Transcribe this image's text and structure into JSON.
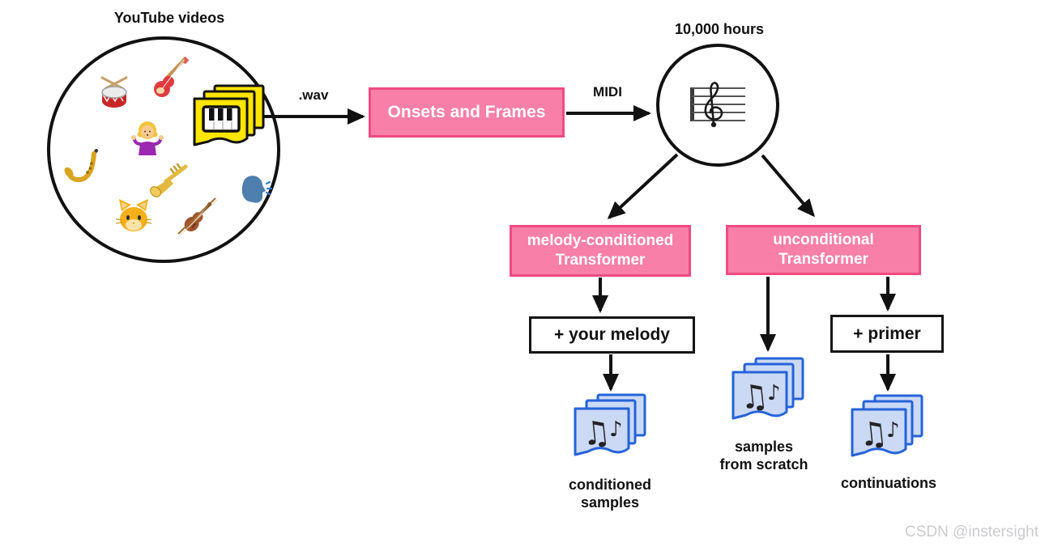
{
  "colors": {
    "box_pink_fill": "#F87FA7",
    "box_pink_border": "#EF4B81",
    "card_blue_fill": "#CBD9F5",
    "card_blue_border": "#2563D9",
    "card_yellow_fill": "#FFE500",
    "outline_black": "#111111",
    "watermark_gray": "#CCCCCF"
  },
  "source": {
    "label": "YouTube videos",
    "icons": [
      {
        "name": "drum-icon",
        "glyph": "🥁"
      },
      {
        "name": "electric-guitar-icon",
        "glyph": "🎸"
      },
      {
        "name": "piano-cards-icon",
        "glyph": "🎹"
      },
      {
        "name": "shrug-person-icon",
        "glyph": "🤷‍♀️"
      },
      {
        "name": "saxophone-icon",
        "glyph": "🎷"
      },
      {
        "name": "trumpet-icon",
        "glyph": "🎺"
      },
      {
        "name": "speaking-head-icon",
        "glyph": "🗣️"
      },
      {
        "name": "cat-icon",
        "glyph": "🐱"
      },
      {
        "name": "violin-icon",
        "glyph": "🎻"
      }
    ]
  },
  "pipeline": {
    "wav_label": ".wav",
    "onsets_frames_label": "Onsets and Frames",
    "midi_label": "MIDI",
    "dataset_label": "10,000 hours",
    "dataset_icon": "musical-score-icon",
    "melody_transformer": {
      "line1": "melody-conditioned",
      "line2": "Transformer"
    },
    "unconditional_transformer": {
      "line1": "unconditional",
      "line2": "Transformer"
    },
    "your_melody_label": "+ your melody",
    "primer_label": "+ primer"
  },
  "outputs": {
    "conditioned": {
      "line1": "conditioned",
      "line2": "samples"
    },
    "from_scratch": {
      "line1": "samples",
      "line2": "from scratch"
    },
    "continuations": {
      "line1": "continuations"
    }
  },
  "icons": {
    "note_glyph_primary": "♫",
    "note_glyph_secondary": "♪"
  },
  "watermark": "CSDN @instersight"
}
